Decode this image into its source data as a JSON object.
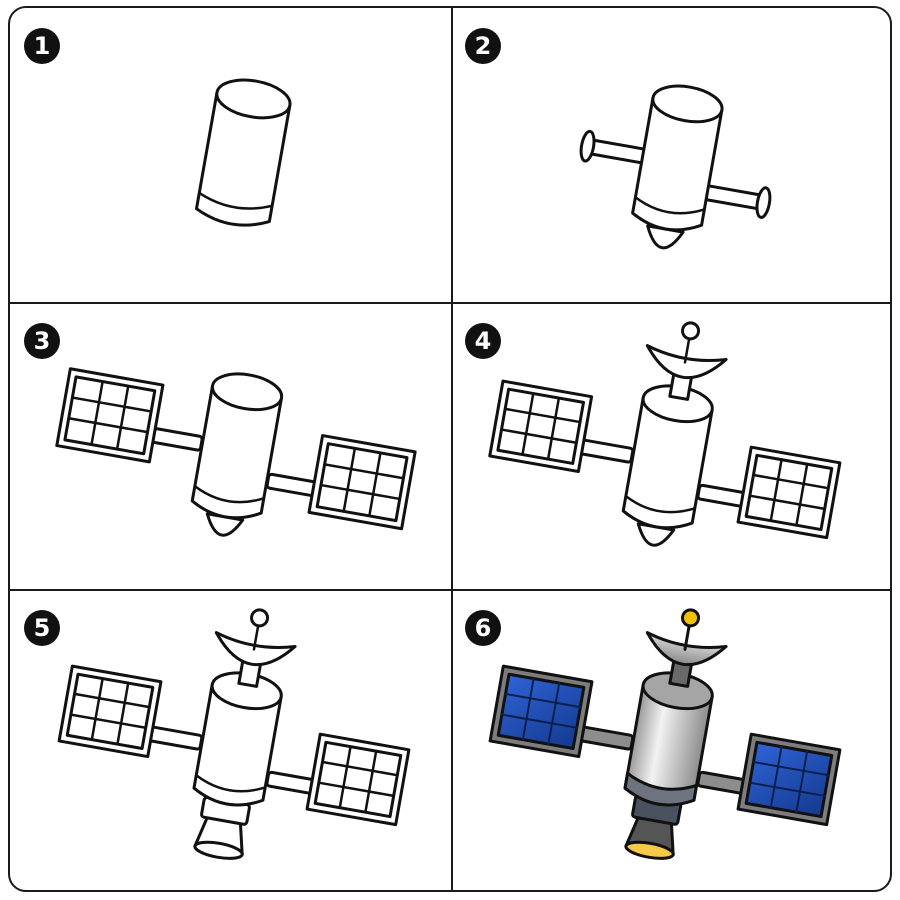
{
  "steps": [
    {
      "number": "1",
      "icon": "satellite-body-icon"
    },
    {
      "number": "2",
      "icon": "satellite-with-arms-icon"
    },
    {
      "number": "3",
      "icon": "satellite-with-panels-icon"
    },
    {
      "number": "4",
      "icon": "satellite-with-dish-icon"
    },
    {
      "number": "5",
      "icon": "satellite-with-thruster-icon"
    },
    {
      "number": "6",
      "icon": "satellite-colored-icon"
    }
  ],
  "colors": {
    "outline": "#111111",
    "panel_blue": "#1f4fb3",
    "body_gray": "#cfcfcf",
    "dish_gray": "#a9a9a9",
    "antenna_tip": "#f2c200",
    "thruster_glow": "#f7c948"
  }
}
